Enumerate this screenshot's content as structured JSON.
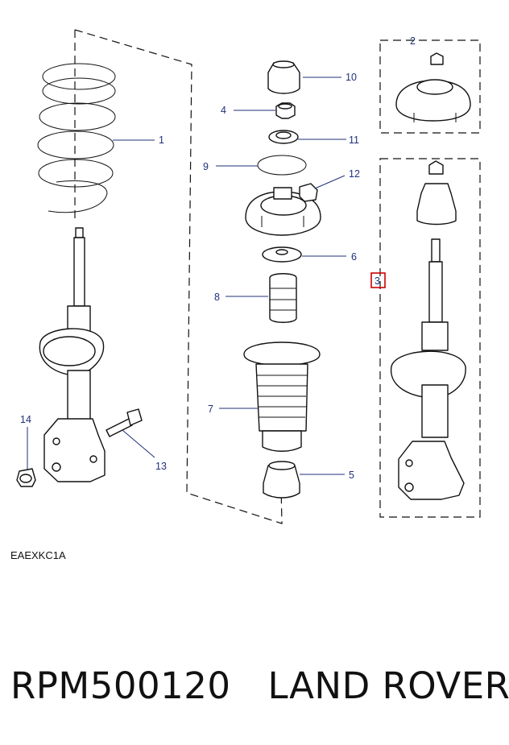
{
  "diagram": {
    "code": "EAEXKC1A",
    "highlight_color": "#cc0000",
    "callout_color": "#1f2f7a",
    "callouts": [
      {
        "id": "1",
        "label": "1",
        "part": "coil-spring"
      },
      {
        "id": "2",
        "label": "2",
        "part": "upper-mount-assembly"
      },
      {
        "id": "3",
        "label": "3",
        "part": "strut-assembly",
        "highlighted": true
      },
      {
        "id": "4",
        "label": "4",
        "part": "nut"
      },
      {
        "id": "5",
        "label": "5",
        "part": "bump-stop"
      },
      {
        "id": "6",
        "label": "6",
        "part": "washer"
      },
      {
        "id": "7",
        "label": "7",
        "part": "dust-boot"
      },
      {
        "id": "8",
        "label": "8",
        "part": "rebound-bumper"
      },
      {
        "id": "9",
        "label": "9",
        "part": "o-ring"
      },
      {
        "id": "10",
        "label": "10",
        "part": "dust-cap"
      },
      {
        "id": "11",
        "label": "11",
        "part": "bearing-washer"
      },
      {
        "id": "12",
        "label": "12",
        "part": "top-mount-stud-nut"
      },
      {
        "id": "13",
        "label": "13",
        "part": "bolt"
      },
      {
        "id": "14",
        "label": "14",
        "part": "lock-nut"
      }
    ]
  },
  "caption": {
    "part_number": "RPM500120",
    "brand": "LAND ROVER"
  }
}
